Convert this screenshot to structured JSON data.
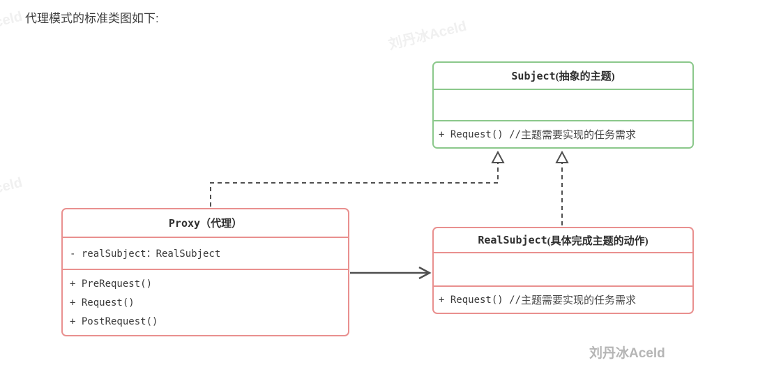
{
  "page": {
    "title": "代理模式的标准类图如下:",
    "signature": "刘丹冰Aceld",
    "watermark_text": "刘丹冰Aceld"
  },
  "colors": {
    "subject_border": "#8bc88b",
    "proxy_border": "#e9908f",
    "realsubject_border": "#e9908f",
    "arrow": "#4f4f4f",
    "title_text": "#3d3d3d",
    "code_text": "#3a3a3a",
    "comment_text": "#4a4a4a",
    "signature_text": "#b5b5b5",
    "faint_watermark": "#f0f0f0"
  },
  "diagram": {
    "subject": {
      "name": "Subject",
      "annotation": "(抽象的主题)",
      "method_code": "+ Request() //",
      "method_comment": "主题需要实现的任务需求"
    },
    "proxy": {
      "name": "Proxy",
      "annotation": "（代理）",
      "attribute": "- realSubject：RealSubject",
      "methods": [
        "+ PreRequest()",
        "+ Request()",
        "+ PostRequest()"
      ]
    },
    "realsubject": {
      "name": "RealSubject",
      "annotation": "(具体完成主题的动作)",
      "method_code": "+ Request() //",
      "method_comment": "主题需要实现的任务需求"
    },
    "relations": [
      {
        "from": "Proxy",
        "to": "Subject",
        "type": "dashed-realization"
      },
      {
        "from": "RealSubject",
        "to": "Subject",
        "type": "dashed-realization"
      },
      {
        "from": "Proxy",
        "to": "RealSubject",
        "type": "solid-association"
      }
    ]
  }
}
